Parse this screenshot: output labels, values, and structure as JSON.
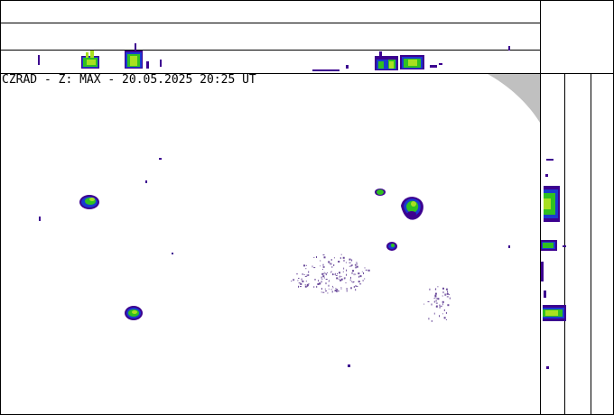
{
  "header": {
    "title": "CZRAD - Z: MAX - 20.05.2025 20:25 UT"
  },
  "colors": {
    "frame": "#000000",
    "background": "#ffffff",
    "out_of_range": "#c0c0c0",
    "echo_weak": "#3c0090",
    "echo_low": "#1a3ad0",
    "echo_mid": "#1aa07a",
    "echo_green": "#30c020",
    "echo_high": "#a8e020"
  },
  "panels": {
    "main_view": "max-plan-view",
    "top_projection": "north-south-cross-section",
    "side_projection": "east-west-cross-section"
  }
}
